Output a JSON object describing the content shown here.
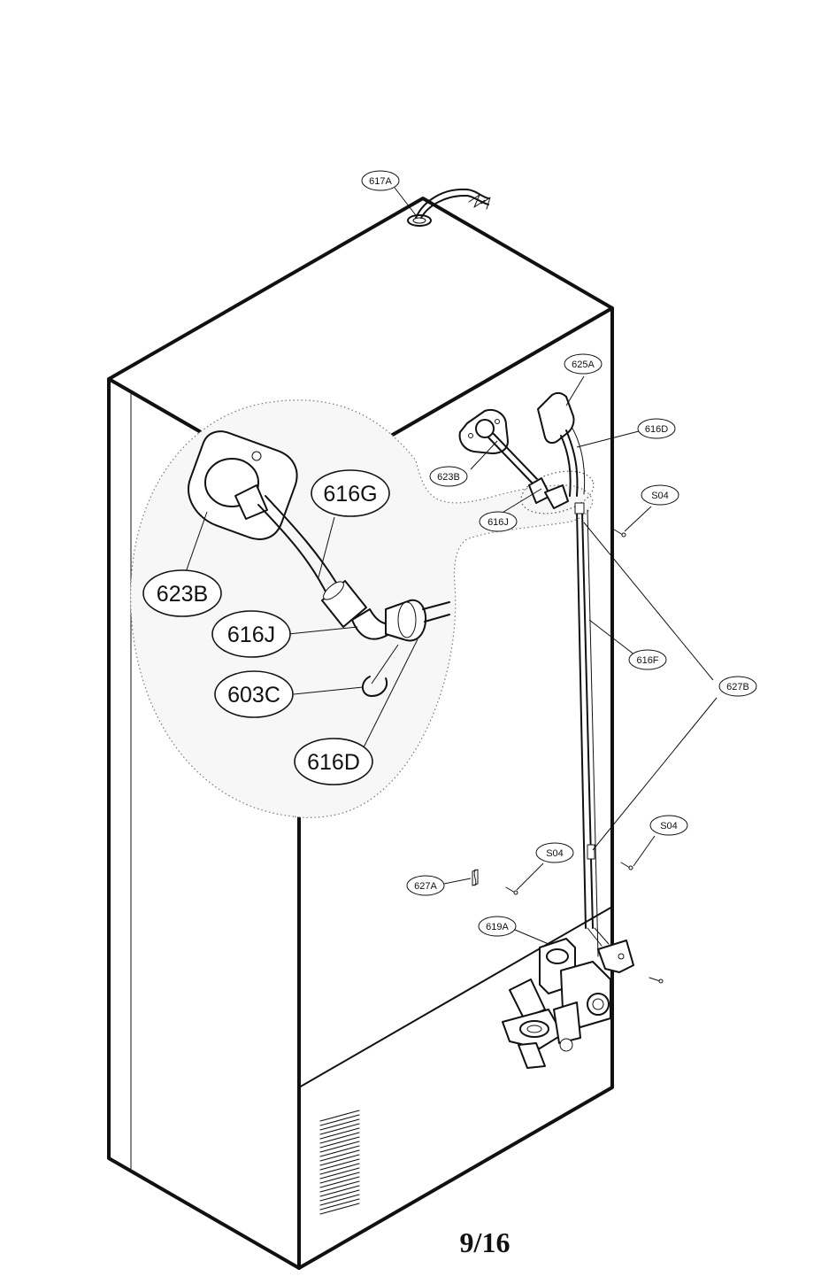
{
  "page": {
    "number": "9/16"
  },
  "callouts": {
    "c617A": "617A",
    "c625A": "625A",
    "c616D_small": "616D",
    "c623B_small": "623B",
    "c616J_small": "616J",
    "cS04_a": "S04",
    "c616F": "616F",
    "c627B": "627B",
    "cS04_b": "S04",
    "cS04_c": "S04",
    "c627A": "627A",
    "c619A": "619A",
    "c616G": "616G",
    "c623B_large": "623B",
    "c616J_large": "616J",
    "c603C": "603C",
    "c616D_large": "616D"
  }
}
